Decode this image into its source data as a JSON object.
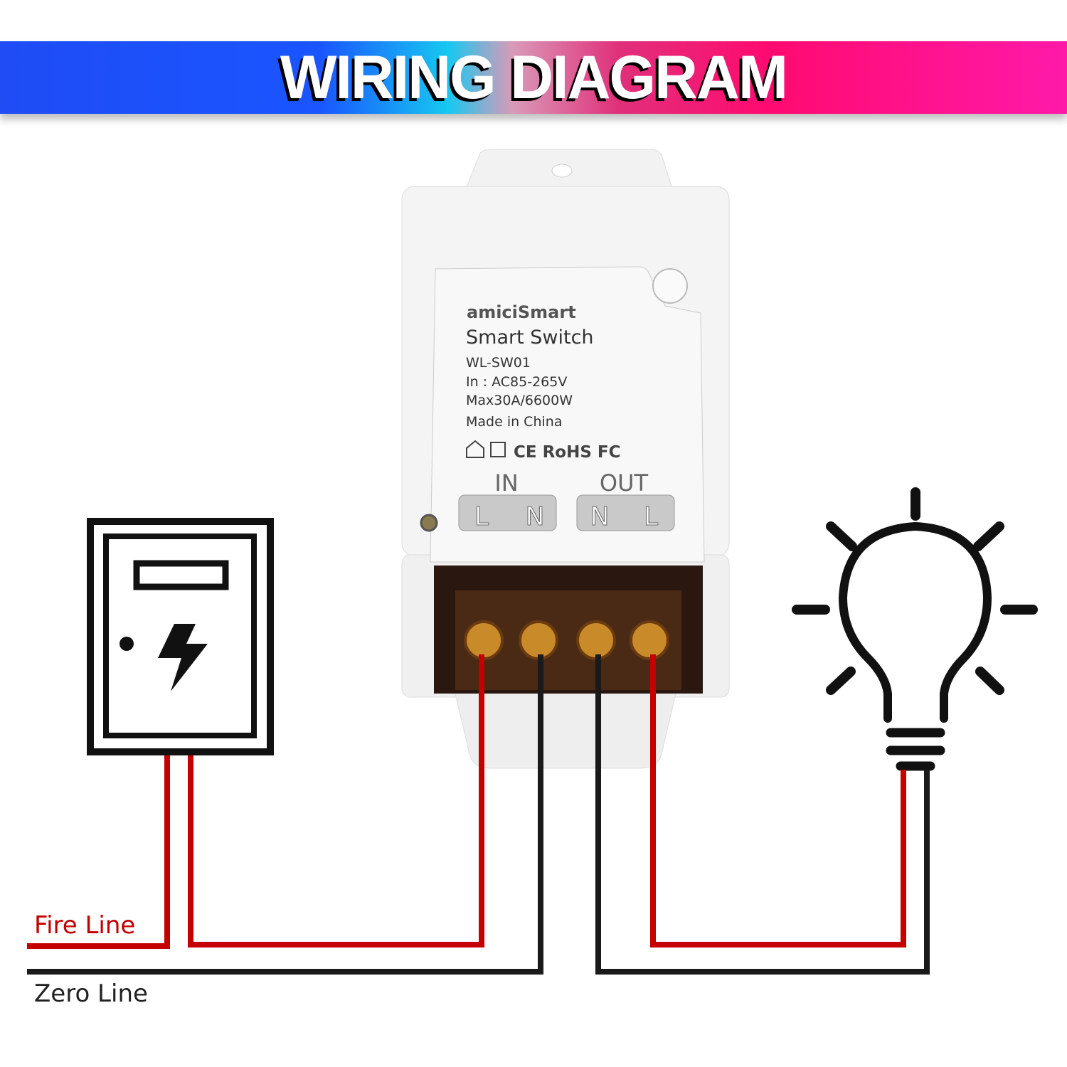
{
  "header": {
    "title": "WIRING DIAGRAM"
  },
  "device": {
    "brand": "amiciSmart",
    "product": "Smart Switch",
    "model": "WL-SW01",
    "input": "In : AC85-265V",
    "max": "Max30A/6600W",
    "origin": "Made in China",
    "certifications": "CE RoHS FC",
    "in_label": "IN",
    "out_label": "OUT",
    "in_terminals": [
      "L",
      "N"
    ],
    "out_terminals": [
      "N",
      "L"
    ]
  },
  "legend": {
    "fire_line": "Fire Line",
    "zero_line": "Zero Line"
  },
  "colors": {
    "fire": "#c40000",
    "zero": "#1a1a1a",
    "banner_left": "#1f4cf5",
    "banner_right": "#ff1aa8"
  },
  "icons": [
    "electrical-panel-icon",
    "lightning-icon",
    "light-bulb-icon"
  ]
}
